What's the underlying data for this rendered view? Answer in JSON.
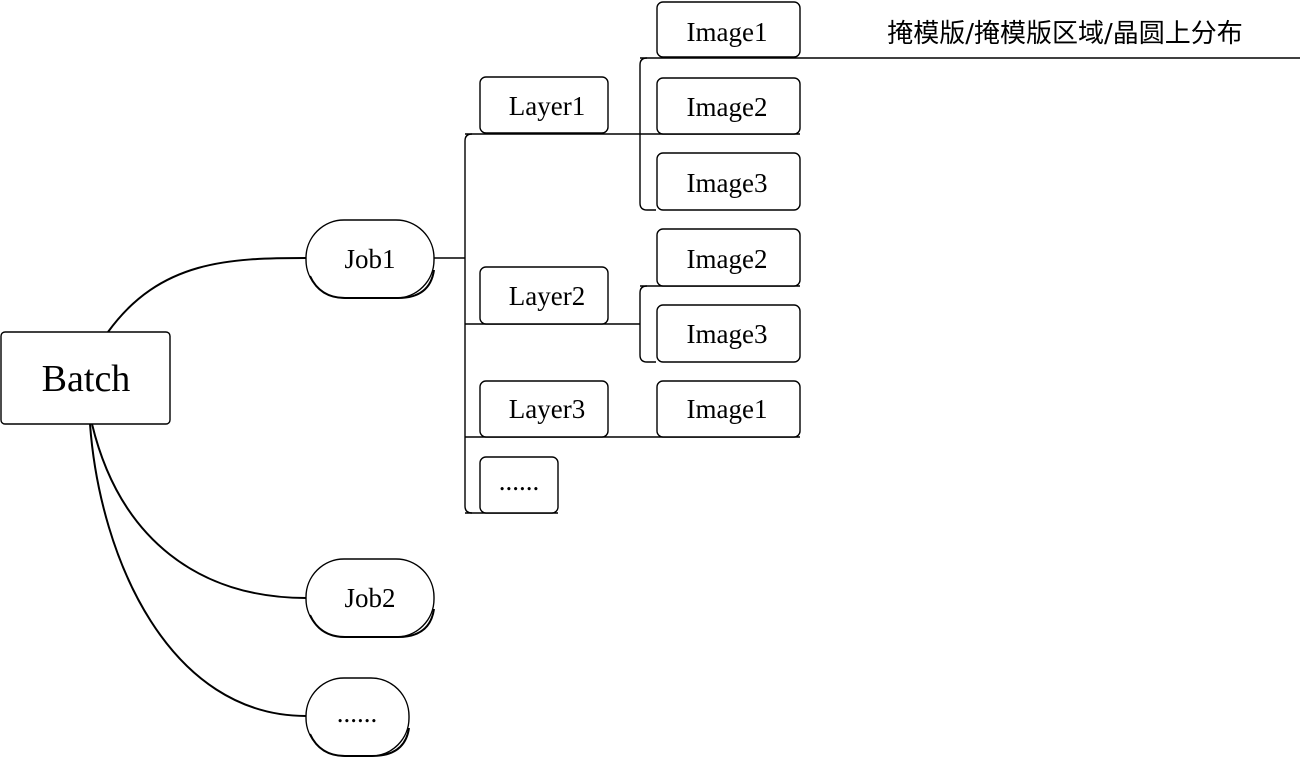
{
  "diagram": {
    "root": {
      "label": "Batch"
    },
    "jobs": [
      {
        "label": "Job1"
      },
      {
        "label": "Job2"
      },
      {
        "label": "......"
      }
    ],
    "layers": [
      {
        "label": "Layer1"
      },
      {
        "label": "Layer2"
      },
      {
        "label": "Layer3"
      },
      {
        "label": "......"
      }
    ],
    "images": [
      {
        "label": "Image1"
      },
      {
        "label": "Image2"
      },
      {
        "label": "Image3"
      },
      {
        "label": "Image2"
      },
      {
        "label": "Image3"
      },
      {
        "label": "Image1"
      }
    ],
    "annotation": "掩模版/掩模版区域/晶圆上分布"
  }
}
